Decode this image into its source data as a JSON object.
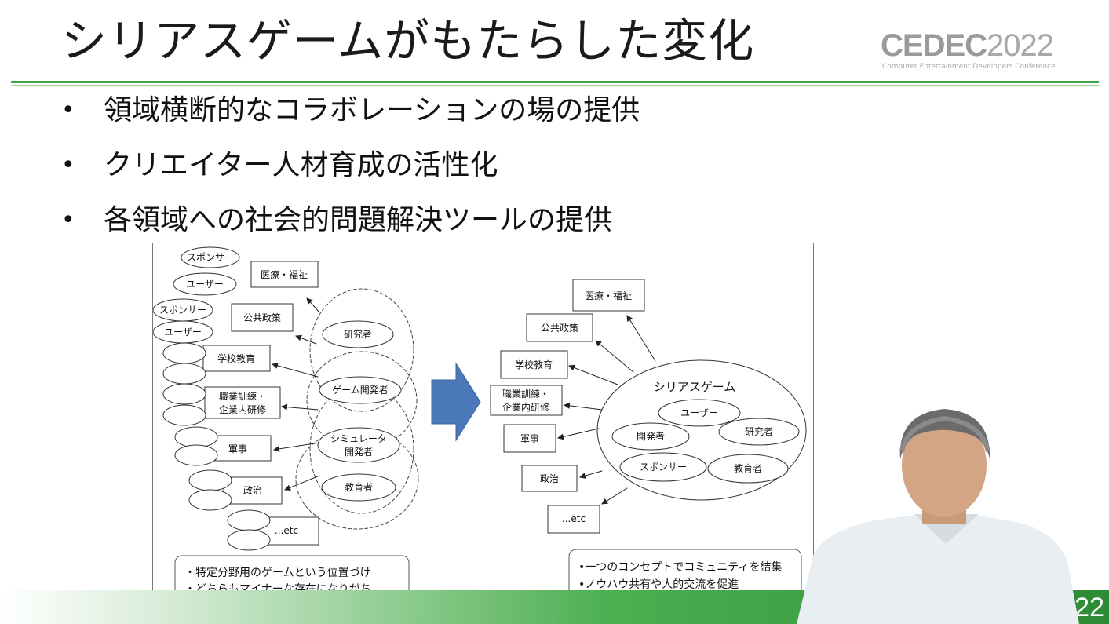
{
  "slide": {
    "title": "シリアスゲームがもたらした変化",
    "bullets": [
      "領域横断的なコラボレーションの場の提供",
      "クリエイター人材育成の活性化",
      "各領域への社会的問題解決ツールの提供"
    ],
    "bullet_glyph": "•"
  },
  "logo": {
    "brand_bold": "CEDEC",
    "year": "2022",
    "subtitle": "Computer Entertainment Developers Conference"
  },
  "footer": {
    "logo_text": "C2022"
  },
  "diagram": {
    "left": {
      "field_boxes": [
        "医療・福祉",
        "公共政策",
        "学校教育",
        "職業訓練・",
        "企業内研修",
        "軍事",
        "政治",
        "...etc"
      ],
      "stakeholders": [
        "スポンサー",
        "ユーザー",
        "スポンサー",
        "ユーザー"
      ],
      "creators": [
        "研究者",
        "ゲーム開発者",
        "シミュレータ",
        "開発者",
        "教育者"
      ],
      "notes": [
        "・特定分野用のゲームという位置づけ",
        "・どちらもマイナーな存在になりがち"
      ]
    },
    "right": {
      "field_boxes": [
        "医療・福祉",
        "公共政策",
        "学校教育",
        "職業訓練・",
        "企業内研修",
        "軍事",
        "政治",
        "...etc"
      ],
      "hub_label": "シリアスゲーム",
      "members": [
        "ユーザー",
        "開発者",
        "研究者",
        "スポンサー",
        "教育者"
      ],
      "notes": [
        "•一つのコンセプトでコミュニティを結集",
        "•ノウハウ共有や人的交流を促進"
      ]
    },
    "arrow_color": "#4a78b8"
  },
  "colors": {
    "accent_green": "#3fa64a",
    "title_text": "#1a1a1a",
    "logo_gray": "#a8a8a8"
  }
}
